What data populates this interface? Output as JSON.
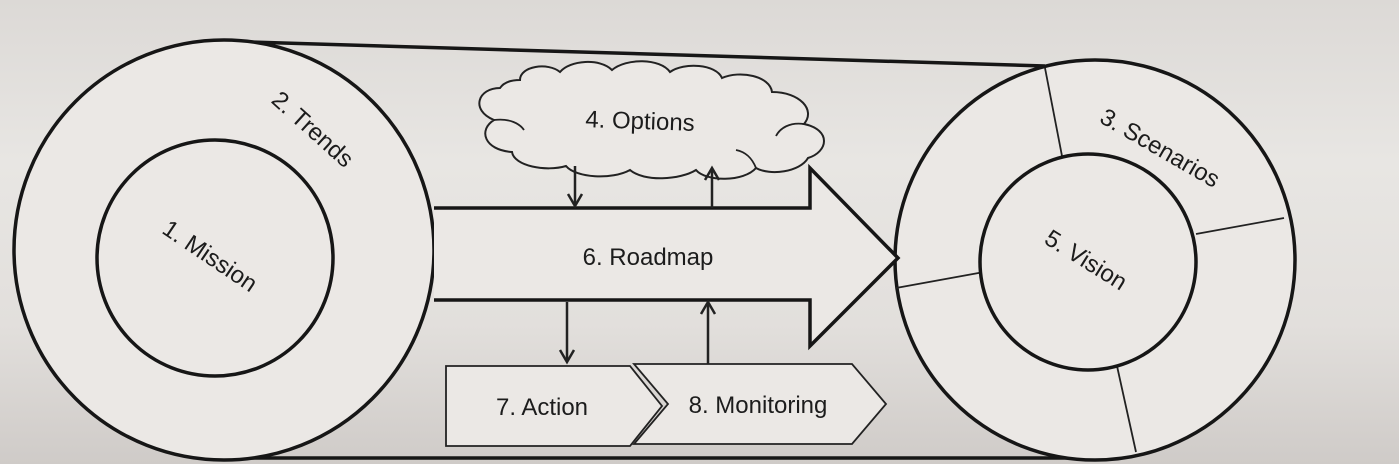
{
  "diagram": {
    "nodes": {
      "mission": "1. Mission",
      "trends": "2. Trends",
      "scenarios": "3. Scenarios",
      "options": "4. Options",
      "vision": "5. Vision",
      "roadmap": "6. Roadmap",
      "action": "7. Action",
      "monitoring": "8. Monitoring"
    }
  }
}
